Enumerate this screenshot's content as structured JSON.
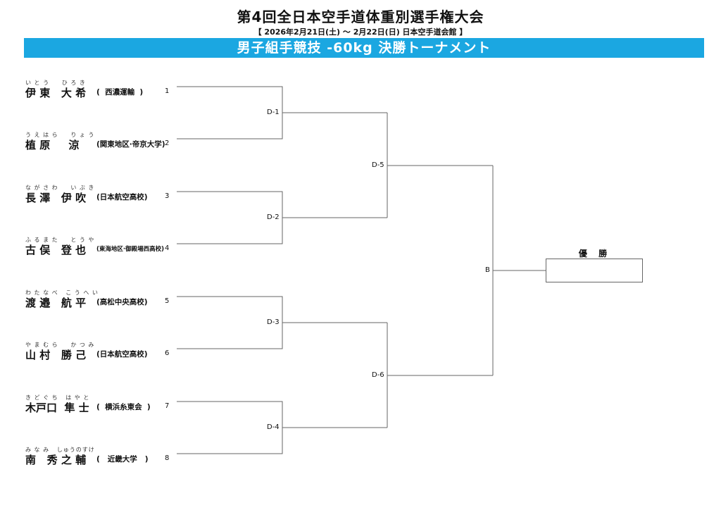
{
  "header": {
    "title": "第4回全日本空手道体重別選手権大会",
    "subtitle": "【 2026年2月21日(土) ～ 2月22日(日) 日本空手道会館 】",
    "banner": "男子組手競技 -60kg 決勝トーナメント"
  },
  "entries": [
    {
      "ruby": "い と う     ひ ろ き",
      "name": "伊 東   大 希",
      "team": "(  西濃運輸  )",
      "seed": "1"
    },
    {
      "ruby": "う え は ら     り ょ う",
      "name": "植 原     涼",
      "team": "(関東地区·帝京大学)",
      "seed": "2"
    },
    {
      "ruby": "な が さ わ     い ぶ き",
      "name": "長 澤   伊 吹",
      "team": "(日本航空高校)",
      "seed": "3"
    },
    {
      "ruby": "ふ る ま た     と う や",
      "name": "古 俣   登 也",
      "team": "(東海地区·御殿場西高校)",
      "seed": "4"
    },
    {
      "ruby": "わ た な べ   こ う へ い",
      "name": "渡 邉   航 平",
      "team": "(高松中央高校)",
      "seed": "5"
    },
    {
      "ruby": "や ま む ら     か つ み",
      "name": "山 村   勝 己",
      "team": "(日本航空高校)",
      "seed": "6"
    },
    {
      "ruby": "き ど ぐ ち   は や と",
      "name": "木戸口  隼 士",
      "team": "(  横浜糸東会  )",
      "seed": "7"
    },
    {
      "ruby": "み な み   しゅうのすけ",
      "name": "南   秀 之 輔",
      "team": "(   近畿大学   )",
      "seed": "8"
    }
  ],
  "matches": {
    "d1": "D-1",
    "d2": "D-2",
    "d3": "D-3",
    "d4": "D-4",
    "d5": "D-5",
    "d6": "D-6",
    "b": "B"
  },
  "champion_label": "優 勝"
}
